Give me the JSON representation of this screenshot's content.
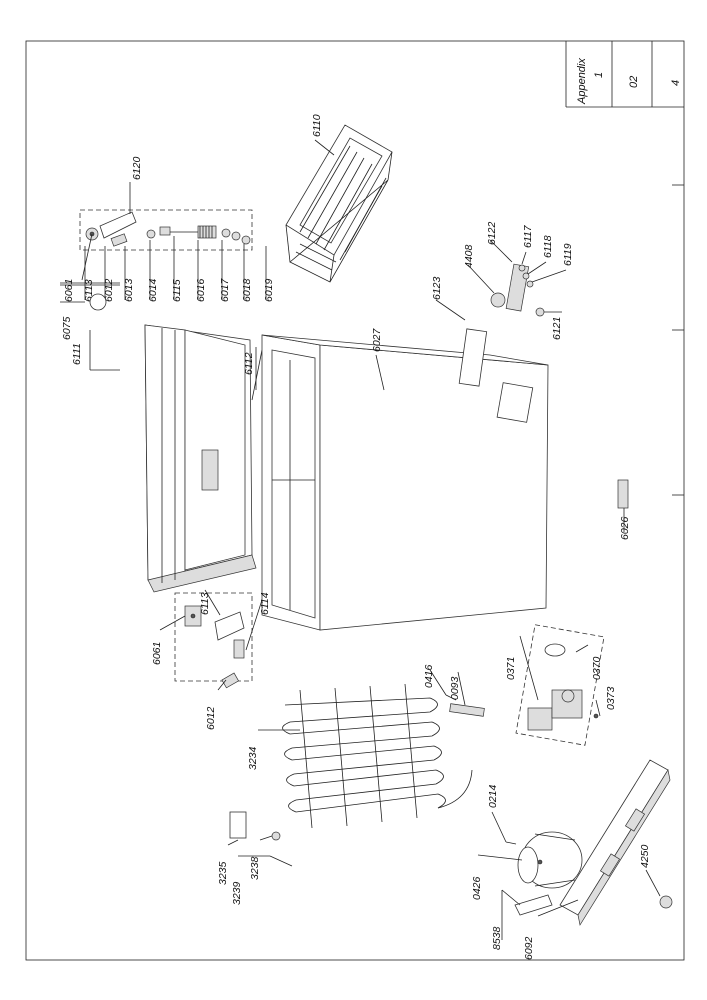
{
  "title_block": {
    "heading": "Appendix",
    "number": "1",
    "code": "02",
    "page": "4"
  },
  "labels": {
    "p6120": "6120",
    "p6110": "6110",
    "p6061a": "6061",
    "p6113a": "6113",
    "p6012a": "6012",
    "p6013": "6013",
    "p6014": "6014",
    "p6115": "6115",
    "p6016": "6016",
    "p6017": "6017",
    "p6018": "6018",
    "p6019": "6019",
    "p6075": "6075",
    "p6111": "6111",
    "p6112": "6112",
    "p6027": "6027",
    "p6123": "6123",
    "p4408": "4408",
    "p6122": "6122",
    "p6117": "6117",
    "p6118": "6118",
    "p6119": "6119",
    "p6121": "6121",
    "p6061b": "6061",
    "p6113b": "6113",
    "p6114": "6114",
    "p6012b": "6012",
    "p6026": "6026",
    "p0416": "0416",
    "p0093": "0093",
    "p0371": "0371",
    "p0370": "0370",
    "p0373": "0373",
    "p3234": "3234",
    "p3235": "3235",
    "p3238": "3238",
    "p3239": "3239",
    "p0214": "0214",
    "p0426": "0426",
    "p4250": "4250",
    "p8538": "8538",
    "p6092": "6092"
  }
}
